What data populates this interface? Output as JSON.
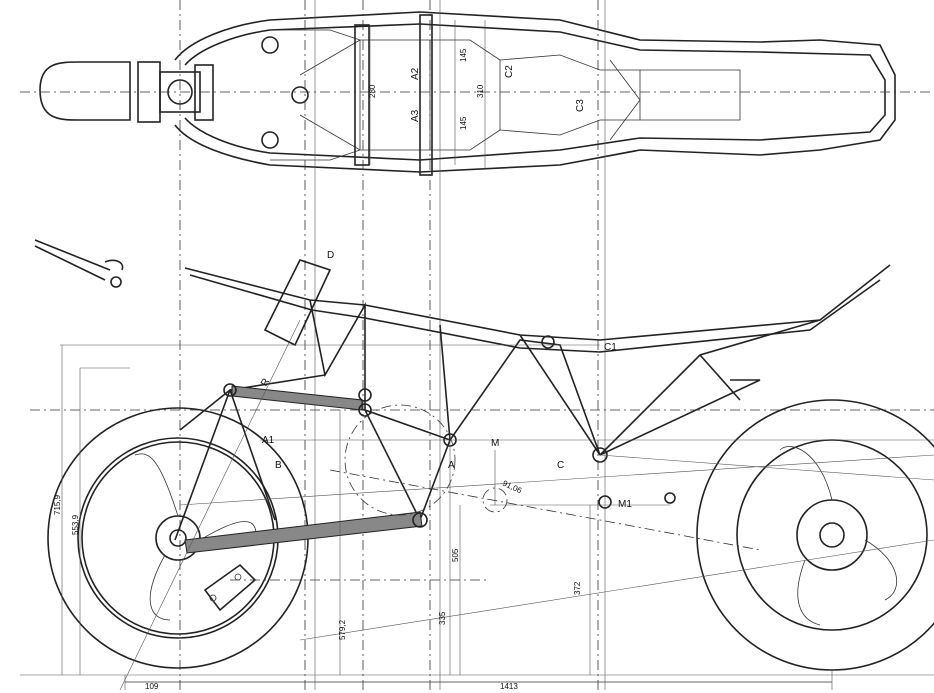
{
  "labels": {
    "A": "A",
    "A1": "A1",
    "A2": "A2",
    "A3": "A3",
    "B": "B",
    "C": "C",
    "C1": "C1",
    "C2": "C2",
    "C3": "C3",
    "D": "D",
    "M": "M",
    "M1": "M1",
    "R": "R"
  },
  "dimensions": {
    "d109": "109",
    "d1413": "1413",
    "d145a": "145",
    "d145b": "145",
    "d310": "310",
    "d280": "280",
    "d715_9": "715,9",
    "d553_9": "553,9",
    "d579_2": "579,2",
    "d335": "335",
    "d505": "505",
    "d372": "372",
    "d91_06": "91,06"
  }
}
